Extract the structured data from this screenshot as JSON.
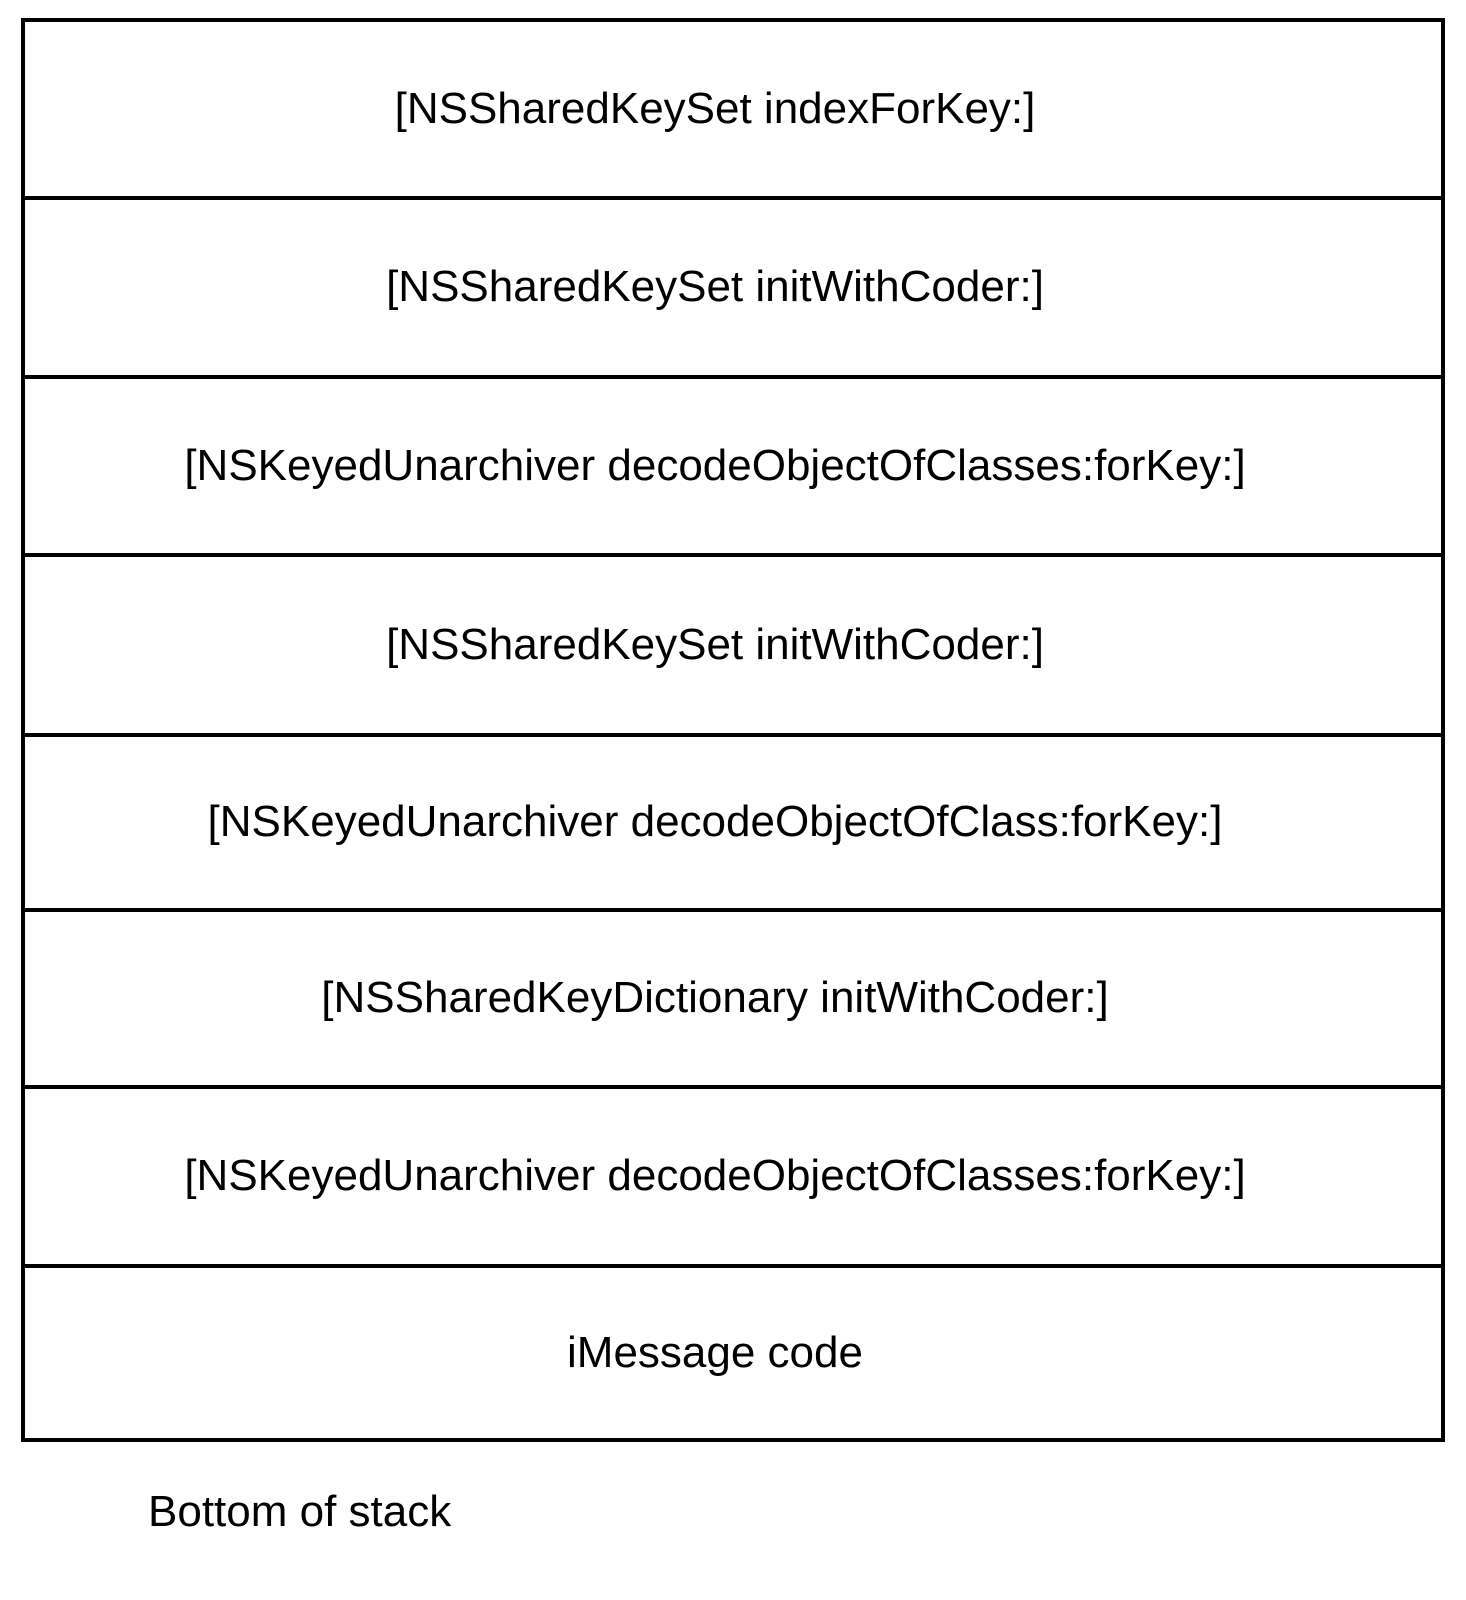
{
  "diagram": {
    "type": "call-stack",
    "orientation": "top-is-innermost-frame",
    "border_color": "#000000",
    "background_color": "#ffffff",
    "text_color": "#000000",
    "frames": [
      {
        "label": "[NSSharedKeySet indexForKey:]"
      },
      {
        "label": "[NSSharedKeySet initWithCoder:]"
      },
      {
        "label": "[NSKeyedUnarchiver decodeObjectOfClasses:forKey:]"
      },
      {
        "label": "[NSSharedKeySet initWithCoder:]"
      },
      {
        "label": "[NSKeyedUnarchiver decodeObjectOfClass:forKey:]"
      },
      {
        "label": "[NSSharedKeyDictionary initWithCoder:]"
      },
      {
        "label": "[NSKeyedUnarchiver decodeObjectOfClasses:forKey:]"
      },
      {
        "label": "iMessage code"
      }
    ],
    "caption": "Bottom of stack"
  }
}
